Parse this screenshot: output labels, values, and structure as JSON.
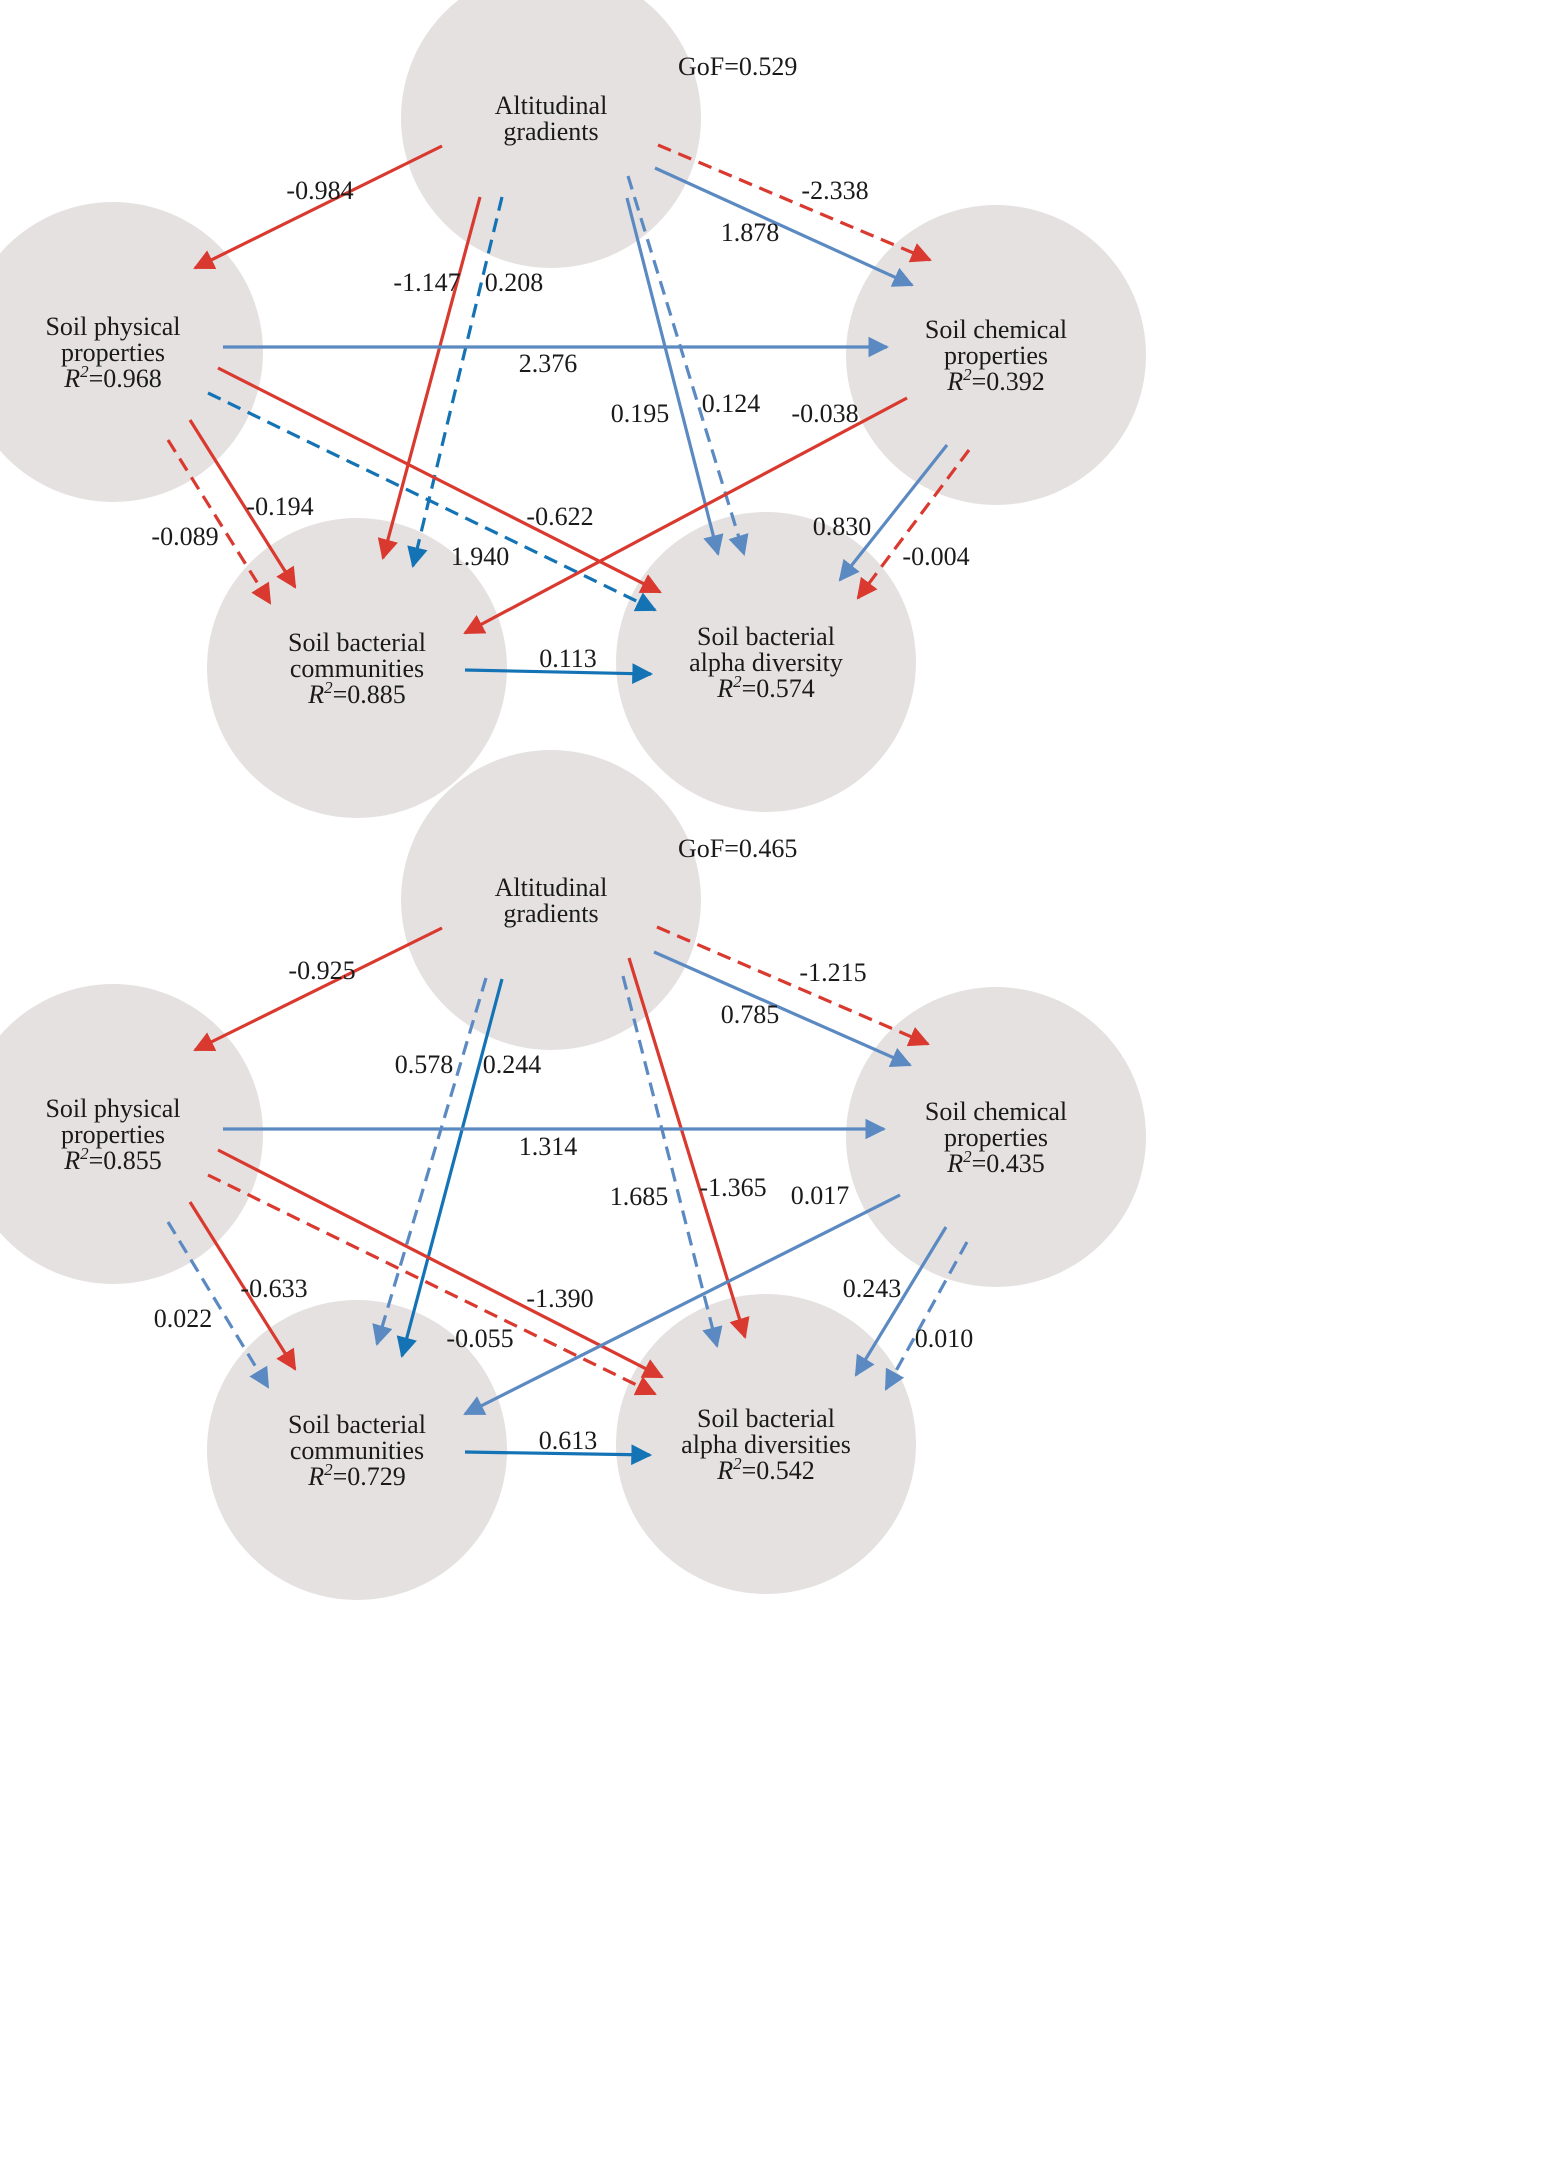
{
  "colors": {
    "negative": "#d9392f",
    "positive_light": "#5b89c1",
    "positive_dark": "#1473b5",
    "node_fill": "#e5e1e1"
  },
  "diagrams": [
    {
      "gof": "GoF=0.529",
      "nodes": {
        "alt": {
          "lines": [
            "Altitudinal",
            "gradients"
          ],
          "r2": ""
        },
        "phys": {
          "lines": [
            "Soil physical",
            "properties"
          ],
          "r2": "=0.968"
        },
        "chem": {
          "lines": [
            "Soil chemical",
            "properties"
          ],
          "r2": "=0.392"
        },
        "bact": {
          "lines": [
            "Soil bacterial",
            "communities"
          ],
          "r2": "=0.885"
        },
        "alpha": {
          "lines": [
            "Soil bacterial",
            "alpha diversity"
          ],
          "r2": "=0.574"
        }
      },
      "paths": [
        {
          "from": "alt",
          "to": "phys",
          "coef": "-0.984",
          "sign": "negative",
          "style": "solid"
        },
        {
          "from": "alt",
          "to": "bact",
          "coef": "-1.147",
          "sign": "negative",
          "style": "solid"
        },
        {
          "from": "alt",
          "to": "bact",
          "coef": "0.208",
          "sign": "positive_dark",
          "style": "dashed"
        },
        {
          "from": "alt",
          "to": "alpha",
          "coef": "0.195",
          "sign": "positive_light",
          "style": "solid"
        },
        {
          "from": "alt",
          "to": "alpha",
          "coef": "0.124",
          "sign": "positive_light",
          "style": "dashed"
        },
        {
          "from": "alt",
          "to": "chem",
          "coef": "1.878",
          "sign": "positive_light",
          "style": "solid"
        },
        {
          "from": "alt",
          "to": "chem",
          "coef": "-2.338",
          "sign": "negative",
          "style": "dashed"
        },
        {
          "from": "phys",
          "to": "chem",
          "coef": "2.376",
          "sign": "positive_light",
          "style": "solid"
        },
        {
          "from": "phys",
          "to": "bact",
          "coef": "-0.194",
          "sign": "negative",
          "style": "solid"
        },
        {
          "from": "phys",
          "to": "bact",
          "coef": "-0.089",
          "sign": "negative",
          "style": "dashed"
        },
        {
          "from": "phys",
          "to": "alpha",
          "coef": "-0.622",
          "sign": "negative",
          "style": "solid"
        },
        {
          "from": "phys",
          "to": "alpha",
          "coef": "1.940",
          "sign": "positive_dark",
          "style": "dashed"
        },
        {
          "from": "chem",
          "to": "bact",
          "coef": "-0.038",
          "sign": "negative",
          "style": "solid"
        },
        {
          "from": "chem",
          "to": "alpha",
          "coef": "0.830",
          "sign": "positive_light",
          "style": "solid"
        },
        {
          "from": "chem",
          "to": "alpha",
          "coef": "-0.004",
          "sign": "negative",
          "style": "dashed"
        },
        {
          "from": "bact",
          "to": "alpha",
          "coef": "0.113",
          "sign": "positive_dark",
          "style": "solid"
        }
      ]
    },
    {
      "gof": "GoF=0.465",
      "nodes": {
        "alt": {
          "lines": [
            "Altitudinal",
            "gradients"
          ],
          "r2": ""
        },
        "phys": {
          "lines": [
            "Soil physical",
            "properties"
          ],
          "r2": "=0.855"
        },
        "chem": {
          "lines": [
            "Soil chemical",
            "properties"
          ],
          "r2": "=0.435"
        },
        "bact": {
          "lines": [
            "Soil bacterial",
            "communities"
          ],
          "r2": "=0.729"
        },
        "alpha": {
          "lines": [
            "Soil bacterial",
            "alpha diversities"
          ],
          "r2": "=0.542"
        }
      },
      "paths": [
        {
          "from": "alt",
          "to": "phys",
          "coef": "-0.925",
          "sign": "negative",
          "style": "solid"
        },
        {
          "from": "alt",
          "to": "bact",
          "coef": "0.578",
          "sign": "positive_light",
          "style": "dashed"
        },
        {
          "from": "alt",
          "to": "bact",
          "coef": "0.244",
          "sign": "positive_dark",
          "style": "solid"
        },
        {
          "from": "alt",
          "to": "alpha",
          "coef": "1.685",
          "sign": "positive_light",
          "style": "dashed"
        },
        {
          "from": "alt",
          "to": "alpha",
          "coef": "-1.365",
          "sign": "negative",
          "style": "solid"
        },
        {
          "from": "alt",
          "to": "chem",
          "coef": "0.785",
          "sign": "positive_light",
          "style": "solid"
        },
        {
          "from": "alt",
          "to": "chem",
          "coef": "-1.215",
          "sign": "negative",
          "style": "dashed"
        },
        {
          "from": "phys",
          "to": "chem",
          "coef": "1.314",
          "sign": "positive_light",
          "style": "solid"
        },
        {
          "from": "phys",
          "to": "bact",
          "coef": "-0.633",
          "sign": "negative",
          "style": "solid"
        },
        {
          "from": "phys",
          "to": "bact",
          "coef": "0.022",
          "sign": "positive_light",
          "style": "dashed"
        },
        {
          "from": "phys",
          "to": "alpha",
          "coef": "-1.390",
          "sign": "negative",
          "style": "solid"
        },
        {
          "from": "phys",
          "to": "alpha",
          "coef": "-0.055",
          "sign": "negative",
          "style": "dashed"
        },
        {
          "from": "chem",
          "to": "bact",
          "coef": "0.017",
          "sign": "positive_light",
          "style": "solid"
        },
        {
          "from": "chem",
          "to": "alpha",
          "coef": "0.243",
          "sign": "positive_light",
          "style": "solid"
        },
        {
          "from": "chem",
          "to": "alpha",
          "coef": "0.010",
          "sign": "positive_light",
          "style": "dashed"
        },
        {
          "from": "bact",
          "to": "alpha",
          "coef": "0.613",
          "sign": "positive_dark",
          "style": "solid"
        }
      ]
    }
  ]
}
